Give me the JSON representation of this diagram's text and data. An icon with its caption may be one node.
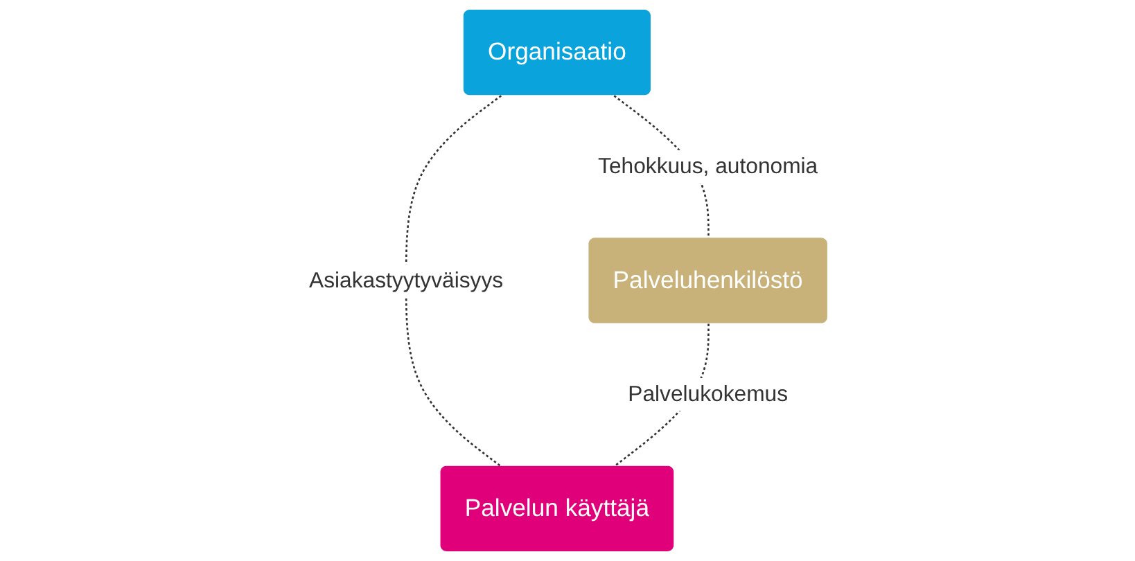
{
  "diagram": {
    "nodes": [
      {
        "text": [
          "Organisaatio"
        ]
      },
      {
        "text": [
          "Palveluhenkilöstö"
        ]
      },
      {
        "text": [
          "Palvelun käyttäjä"
        ]
      }
    ],
    "edges": [
      {
        "from": 0,
        "to": 1,
        "arrow": "none",
        "style": "dashed",
        "label": "Tehokkuus, autonomia"
      },
      {
        "from": 0,
        "to": 2,
        "arrow": "none",
        "style": "dashed",
        "label": "Asiakastyytyväisyys"
      },
      {
        "from": 1,
        "to": 2,
        "arrow": "none",
        "style": "dashed",
        "label": "Palvelukokemus"
      }
    ]
  }
}
